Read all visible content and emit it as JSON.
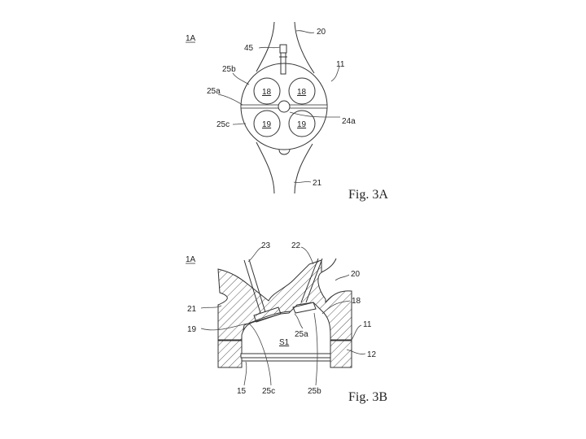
{
  "fig3a": {
    "caption": "Fig. 3A",
    "ref_1a": "1A",
    "labels": {
      "l20": "20",
      "l45": "45",
      "l11": "11",
      "l25b": "25b",
      "l25a": "25a",
      "l24a": "24a",
      "l25c": "25c",
      "l21": "21"
    },
    "valves": {
      "intake1": "18",
      "intake2": "18",
      "exhaust1": "19",
      "exhaust2": "19"
    }
  },
  "fig3b": {
    "caption": "Fig. 3B",
    "ref_1a": "1A",
    "labels": {
      "l23": "23",
      "l22": "22",
      "l20": "20",
      "l18": "18",
      "l21": "21",
      "l11": "11",
      "l19": "19",
      "l25a": "25a",
      "s1": "S1",
      "l12": "12",
      "l15": "15",
      "l25c": "25c",
      "l25b": "25b"
    }
  }
}
